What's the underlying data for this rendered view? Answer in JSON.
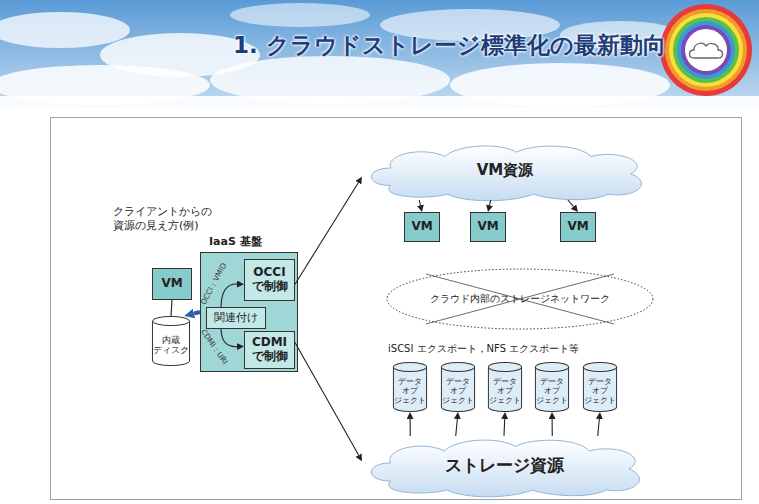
{
  "diagram": {
    "title": "1. クラウドストレージ標準化の最新動向",
    "nodes": [
      {
        "text": [
          "VM"
        ]
      },
      {
        "text": [
          "内蔵 ディスク"
        ]
      },
      {
        "text": [
          "IaaS 基盤"
        ]
      },
      {
        "text": [
          "OCCI で制御"
        ],
        "in": 2
      },
      {
        "text": [
          "関連付け"
        ],
        "in": 2
      },
      {
        "text": [
          "CDMI で制御"
        ],
        "in": 2
      },
      {
        "text": [
          "VM資源"
        ]
      },
      {
        "text": [
          "VM"
        ]
      },
      {
        "text": [
          "VM"
        ]
      },
      {
        "text": [
          "VM"
        ]
      },
      {
        "text": [
          "クラウド内部のストレージネットワーク"
        ]
      },
      {
        "text": [
          "データ オブ ジェクト"
        ]
      },
      {
        "text": [
          "データ オブ ジェクト"
        ]
      },
      {
        "text": [
          "データ オブ ジェクト"
        ]
      },
      {
        "text": [
          "データ オブ ジェクト"
        ]
      },
      {
        "text": [
          "データ オブ ジェクト"
        ]
      },
      {
        "text": [
          "ストレージ資源"
        ]
      }
    ],
    "edges": [
      {
        "from": 0,
        "to": 1,
        "arrow": "none"
      },
      {
        "from": 2,
        "to": 1,
        "arrow": "to"
      },
      {
        "from": 4,
        "to": 3,
        "label": "OCCI：VMID",
        "arrow": "to"
      },
      {
        "from": 4,
        "to": 5,
        "label": "CDMI：URI",
        "arrow": "to"
      },
      {
        "from": 3,
        "to": 6,
        "arrow": "to"
      },
      {
        "from": 5,
        "to": 16,
        "arrow": "to"
      },
      {
        "from": 6,
        "to": 7,
        "arrow": "to"
      },
      {
        "from": 6,
        "to": 8,
        "arrow": "to"
      },
      {
        "from": 6,
        "to": 9,
        "arrow": "to"
      },
      {
        "from": 16,
        "to": 11,
        "arrow": "to"
      },
      {
        "from": 16,
        "to": 12,
        "arrow": "to"
      },
      {
        "from": 16,
        "to": 13,
        "arrow": "to"
      },
      {
        "from": 16,
        "to": 14,
        "arrow": "to"
      },
      {
        "from": 16,
        "to": 15,
        "arrow": "to"
      }
    ],
    "labels": [
      "クライアントからの 資源の見え方(例)",
      "iSCSI エクスポート，NFS エクスポート等"
    ]
  }
}
